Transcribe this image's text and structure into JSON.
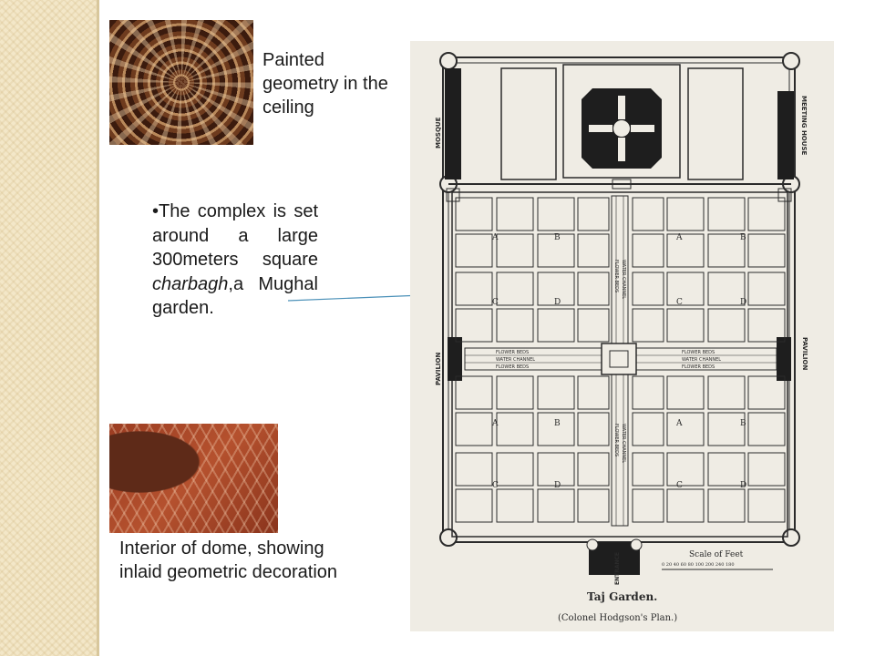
{
  "captions": {
    "ceiling": "Painted geometry in the ceiling",
    "dome": "Interior of dome, showing inlaid geometric decoration"
  },
  "bullet": {
    "marker": "•",
    "text_before": "The complex is set around a large 300meters square ",
    "italic": "charbagh",
    "text_after": ",a Mughal garden."
  },
  "plan": {
    "title": "Taj Garden.",
    "subtitle": "(Colonel Hodgson's Plan.)",
    "labels": {
      "mosque": "MOSQUE",
      "meeting_house": "MEETING HOUSE",
      "pavilion_left": "PAVILION",
      "pavilion_right": "PAVILION",
      "entrance": "ENTRANCE",
      "flower_beds": "FLOWER BEDS",
      "water_channel": "WATER CHANNEL",
      "scale_title": "Scale of Feet",
      "scale_ticks": "0 20 40 60 80 100 200 240 180"
    },
    "bed_letters": [
      "A",
      "B",
      "A",
      "B",
      "C",
      "D",
      "C",
      "D",
      "A",
      "B",
      "A",
      "B",
      "C",
      "D",
      "C",
      "D"
    ]
  },
  "colors": {
    "side_strip": "#f3e7c8",
    "pointer_line": "#4a90b8"
  }
}
